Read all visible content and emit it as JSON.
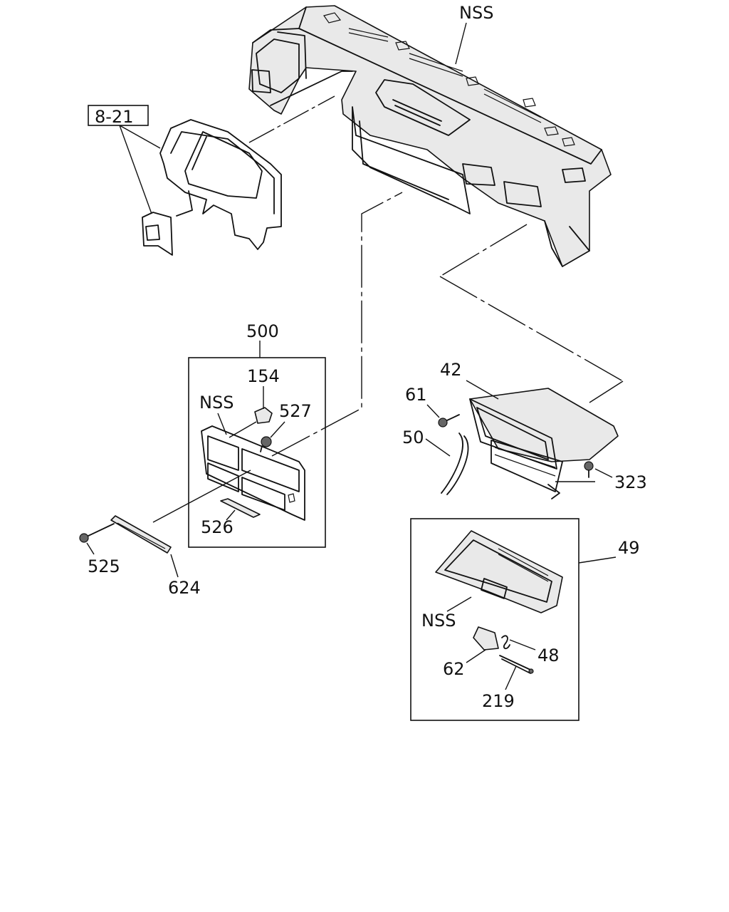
{
  "labels": {
    "nss_dashboard": "NSS",
    "ref_8_21": "8-21",
    "l500": "500",
    "l154": "154",
    "nss_bezel": "NSS",
    "l527": "527",
    "l526": "526",
    "l525": "525",
    "l624": "624",
    "l42": "42",
    "l61": "61",
    "l50": "50",
    "l323": "323",
    "l49": "49",
    "nss_lid": "NSS",
    "l48": "48",
    "l62": "62",
    "l219": "219"
  }
}
